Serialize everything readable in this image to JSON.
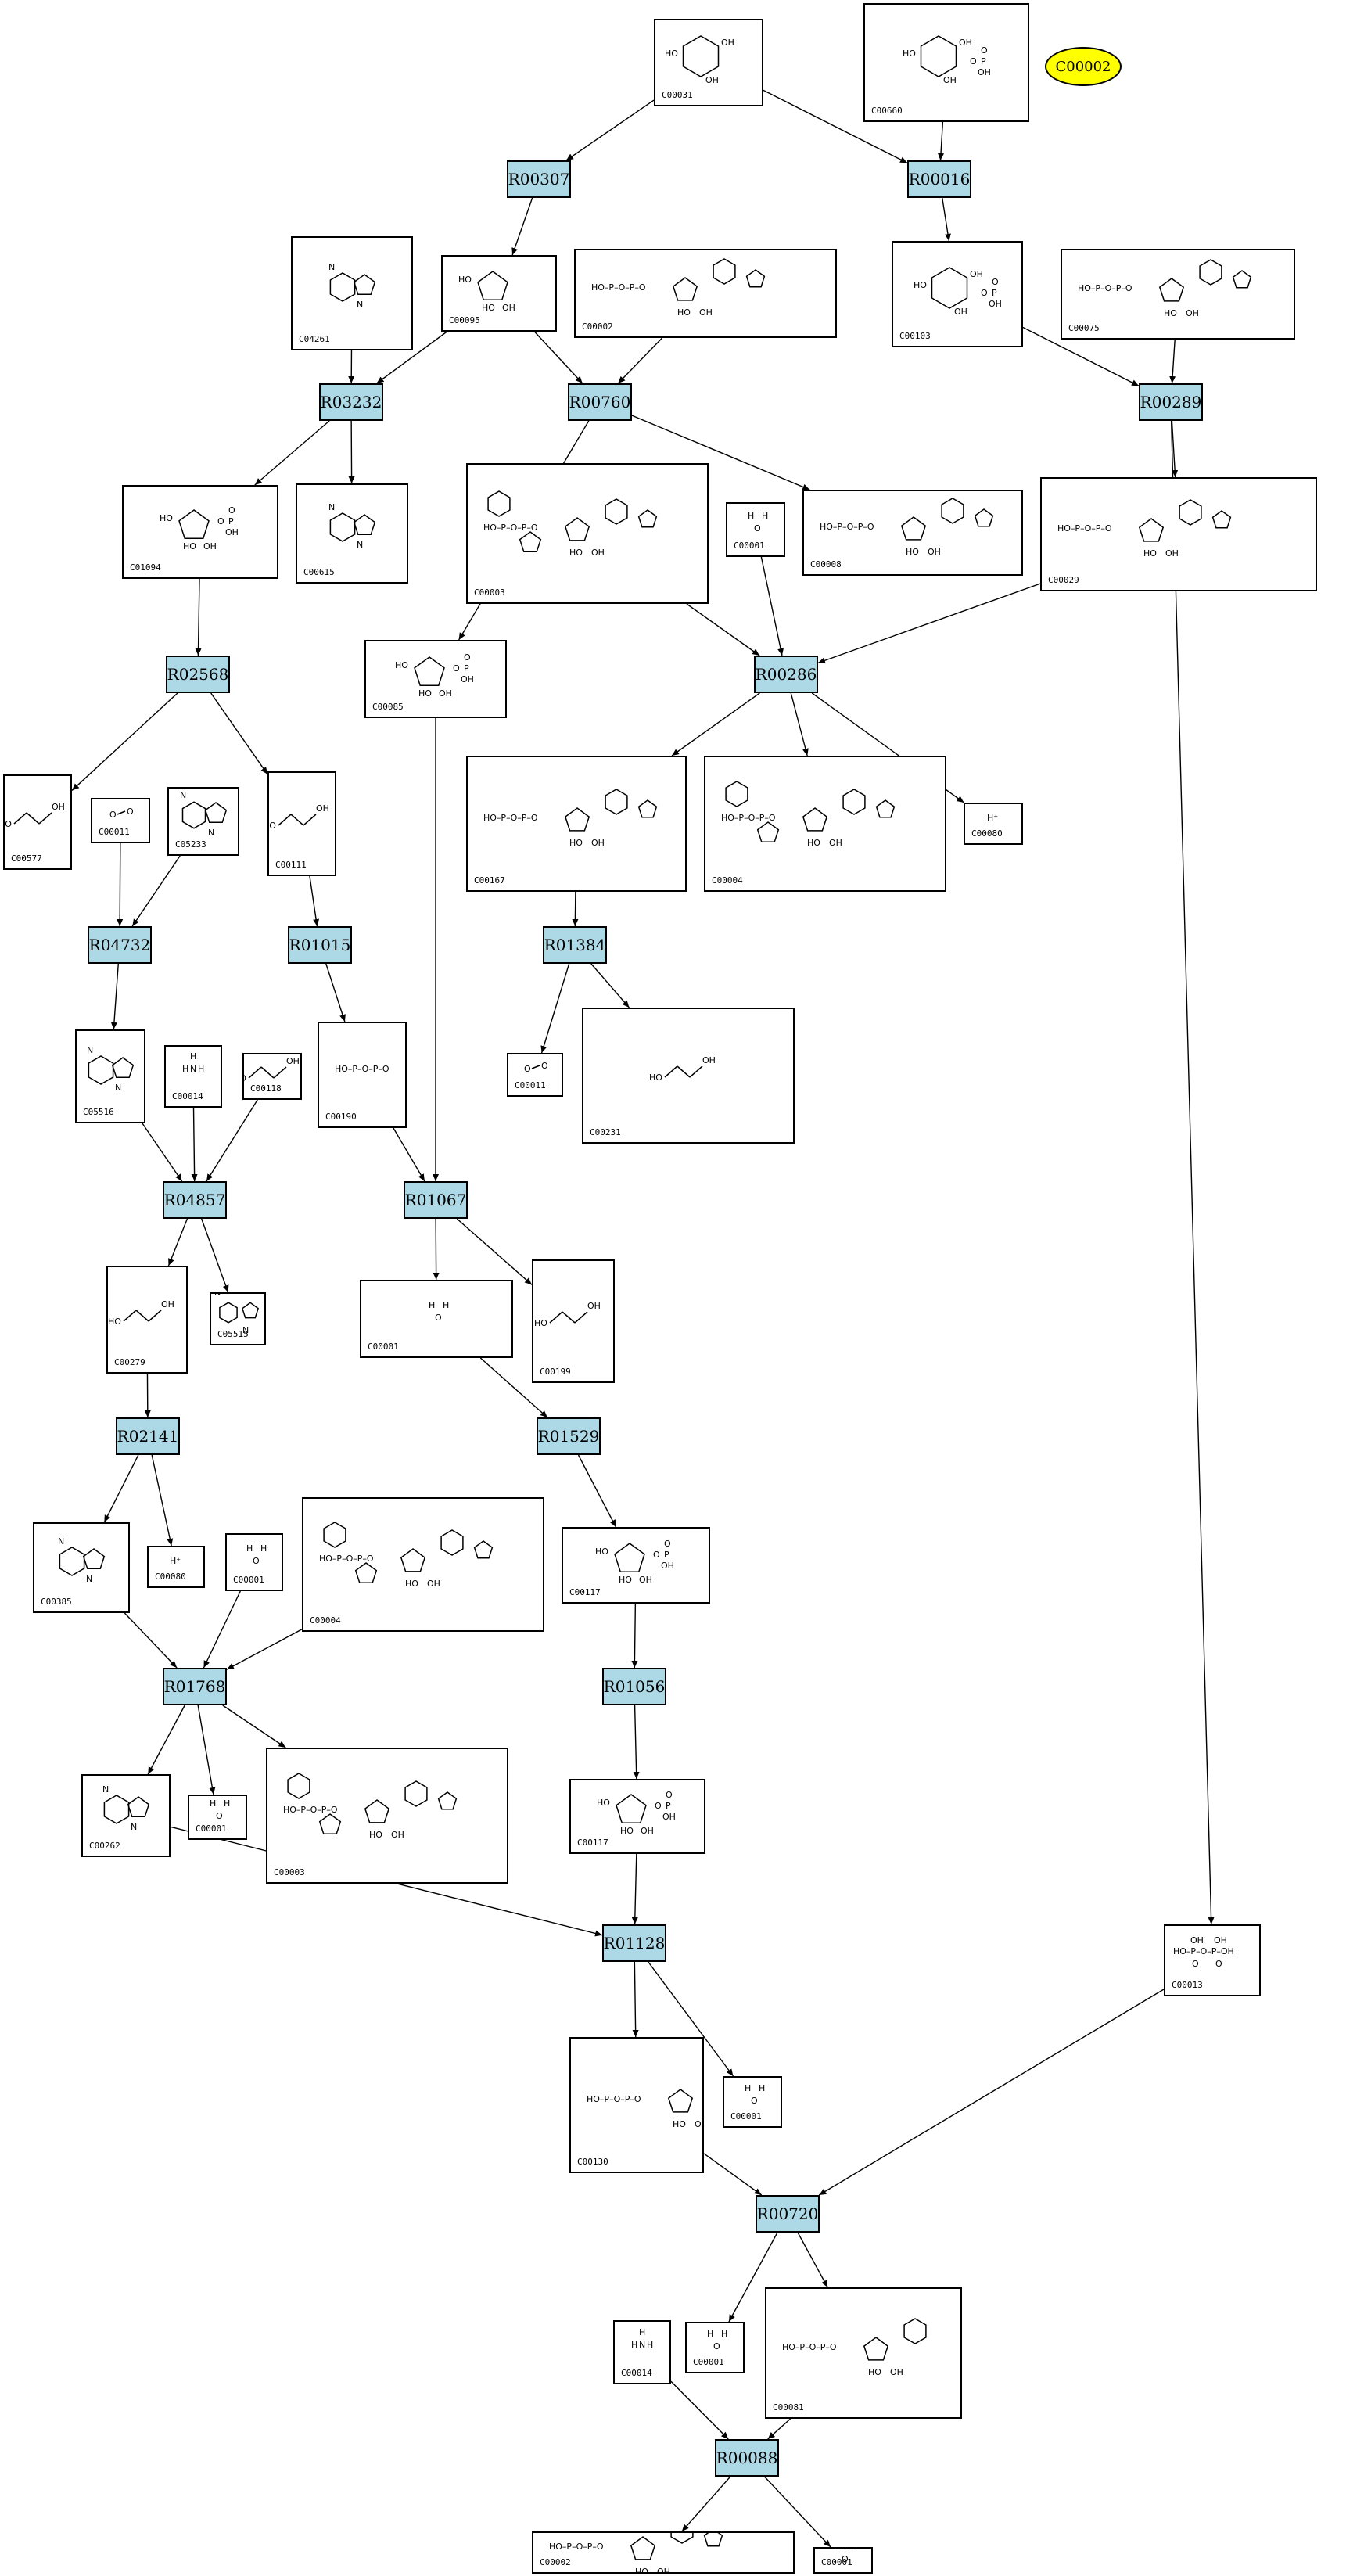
{
  "highlight_compound": "C00002",
  "highlight_color": "#ffff00",
  "reaction_color": "#add8e6",
  "reactions": [
    "R00307",
    "R00016",
    "R03232",
    "R00760",
    "R00289",
    "R02568",
    "R00286",
    "R04732",
    "R01015",
    "R01384",
    "R04857",
    "R01067",
    "R02141",
    "R01529",
    "R01768",
    "R01056",
    "R01128",
    "R00720",
    "R00088"
  ],
  "compounds": [
    {
      "id": "C00031",
      "structure": "ring"
    },
    {
      "id": "C00660",
      "structure": "ring-phosphate"
    },
    {
      "id": "C04261",
      "structure": "imidazole"
    },
    {
      "id": "C00095",
      "structure": "furanose"
    },
    {
      "id": "C00002",
      "structure": "nucleotide"
    },
    {
      "id": "C00103",
      "structure": "ring-phosphate"
    },
    {
      "id": "C00075",
      "structure": "nucleotide"
    },
    {
      "id": "C01094",
      "structure": "furanose"
    },
    {
      "id": "C00615",
      "structure": "imidazole"
    },
    {
      "id": "C00003",
      "structure": "dinucleotide"
    },
    {
      "id": "C00001",
      "structure": "water"
    },
    {
      "id": "C00008",
      "structure": "nucleotide"
    },
    {
      "id": "C00029",
      "structure": "nucleotide"
    },
    {
      "id": "C00085",
      "structure": "furanose"
    },
    {
      "id": "C00577",
      "structure": "chain"
    },
    {
      "id": "C00011",
      "structure": "co2"
    },
    {
      "id": "C05233",
      "structure": "imidazole"
    },
    {
      "id": "C00111",
      "structure": "chain"
    },
    {
      "id": "C00167",
      "structure": "nucleotide"
    },
    {
      "id": "C00004",
      "structure": "dinucleotide"
    },
    {
      "id": "C00080",
      "structure": "proton"
    },
    {
      "id": "C05516",
      "structure": "imidazole"
    },
    {
      "id": "C00014",
      "structure": "ammonia"
    },
    {
      "id": "C00118",
      "structure": "chain"
    },
    {
      "id": "C00190",
      "structure": "nucleotide"
    },
    {
      "id": "C05515",
      "structure": "imidazole"
    },
    {
      "id": "C00231",
      "structure": "chain"
    },
    {
      "id": "C00279",
      "structure": "chain"
    },
    {
      "id": "C00385",
      "structure": "purine"
    },
    {
      "id": "C00199",
      "structure": "chain"
    },
    {
      "id": "C00262",
      "structure": "purine"
    },
    {
      "id": "C00117",
      "structure": "furanose"
    },
    {
      "id": "C00013",
      "structure": "pyrophosphate"
    },
    {
      "id": "C00130",
      "structure": "nucleotide"
    },
    {
      "id": "C00081",
      "structure": "nucleotide"
    }
  ],
  "edge_count": 74
}
